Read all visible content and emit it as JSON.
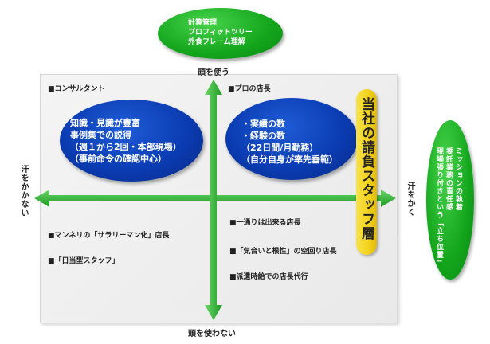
{
  "top_ellipse": {
    "lines": [
      "計算管理",
      "プロフィットツリー",
      "外食フレーム理解"
    ]
  },
  "right_ellipse": {
    "lines": [
      "ミッションの執着",
      "委託業務の責任感",
      "現場張り付きという「立ち位置」"
    ]
  },
  "axes": {
    "top": "頭を使う",
    "bottom": "頭を使わない",
    "left": "汗をかかない",
    "right": "汗をかく"
  },
  "quadrants": {
    "top_left": {
      "title": "■コンサルタント",
      "ellipse_lines": [
        "知識・見識が豊富",
        "事例集での説得",
        "（週１から2回・本部現場）",
        "（事前命令の確認中心）"
      ]
    },
    "top_right": {
      "title": "■プロの店長",
      "ellipse_lines": [
        "・実績の数",
        "・経験の数",
        "（22日間/月勤務）",
        "（自分自身が率先垂範）"
      ]
    },
    "bottom_left": {
      "notes": [
        "■マンネリの「サラリーマン化」店長",
        "■「日当型スタッフ」"
      ]
    },
    "bottom_right": {
      "notes": [
        "■一通りは出来る店長",
        "■「気合いと根性」の空回り店長",
        "■派遣時給での店長代行"
      ]
    }
  },
  "highlight": {
    "text": "当社の請負スタッフ層",
    "color": "#f3d21c"
  },
  "colors": {
    "green": "#13a51c",
    "blue": "#0b3cb3",
    "arrow": "#2fb52f"
  }
}
